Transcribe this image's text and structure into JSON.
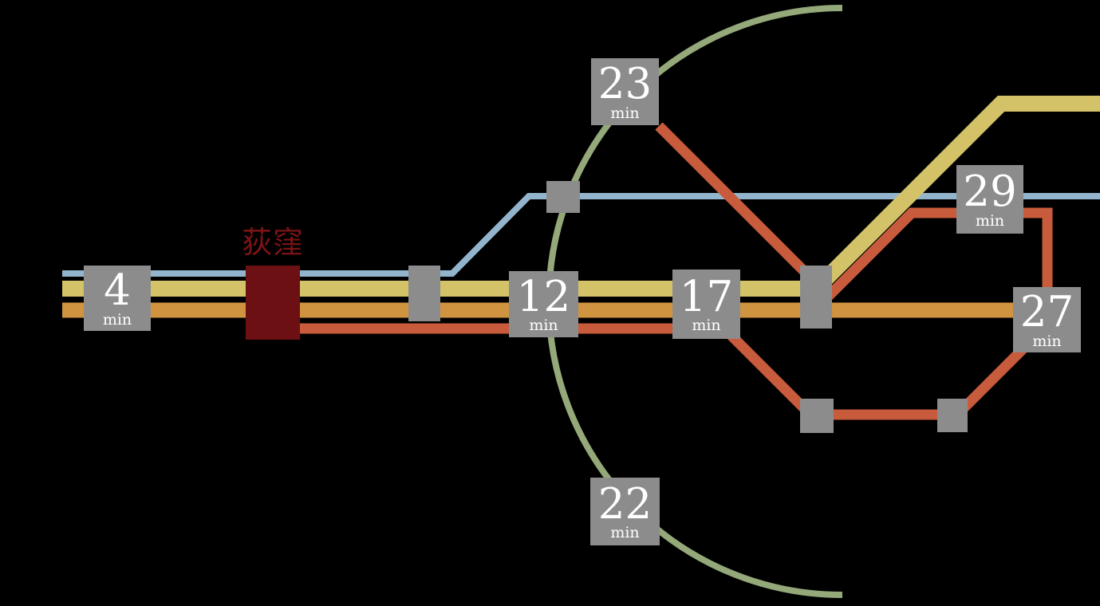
{
  "colors": {
    "background": "#000000",
    "line_blue": "#92b5cd",
    "line_yellow": "#d3c268",
    "line_orange": "#d09440",
    "line_red": "#c85b3c",
    "arc_green": "#94a87a",
    "marker_gray": "#8c8c8c",
    "badge_gray": "#8c8c8c",
    "badge_text": "#ffffff",
    "origin_box": "#6d1013",
    "origin_label": "#7c1315"
  },
  "origin": {
    "label": "荻窪"
  },
  "badges": [
    {
      "value": "4",
      "unit": "min"
    },
    {
      "value": "12",
      "unit": "min"
    },
    {
      "value": "17",
      "unit": "min"
    },
    {
      "value": "23",
      "unit": "min"
    },
    {
      "value": "22",
      "unit": "min"
    },
    {
      "value": "27",
      "unit": "min"
    },
    {
      "value": "29",
      "unit": "min"
    }
  ]
}
